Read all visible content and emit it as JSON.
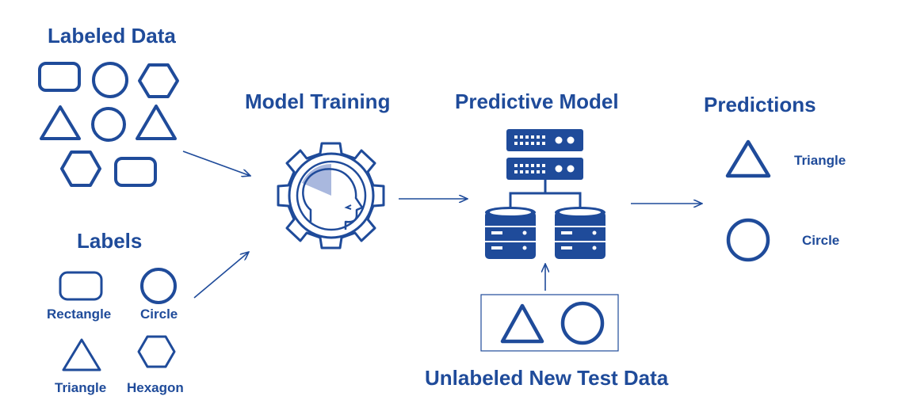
{
  "headings": {
    "labeled_data": "Labeled Data",
    "labels": "Labels",
    "model_training": "Model Training",
    "predictive_model": "Predictive Model",
    "predictions": "Predictions",
    "unlabeled": "Unlabeled New Test Data"
  },
  "label_names": {
    "rectangle": "Rectangle",
    "circle": "Circle",
    "triangle": "Triangle",
    "hexagon": "Hexagon"
  },
  "prediction_names": {
    "triangle": "Triangle",
    "circle": "Circle"
  },
  "colors": {
    "primary": "#1f4b9a",
    "light_accent": "#a9b8de"
  }
}
